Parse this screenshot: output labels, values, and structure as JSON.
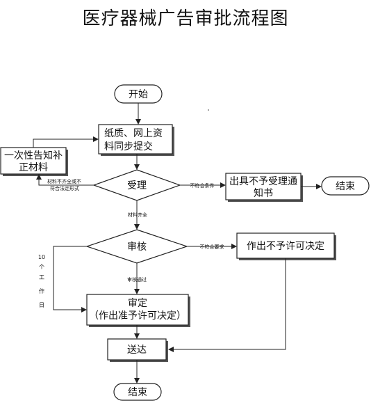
{
  "title": "医疗器械广告审批流程图",
  "nodes": {
    "start": "开始",
    "submit_line1": "纸质、网上资",
    "submit_line2": "料同步提交",
    "notify_line1": "一次性告知补",
    "notify_line2": "正材料",
    "accept": "受理",
    "reject_notice_line1": "出具不予受理通",
    "reject_notice_line2": "知书",
    "end_right": "结束",
    "review": "审核",
    "deny_decision": "作出不予许可决定",
    "approve_line1": "审定",
    "approve_line2": "（作出准予许可决定）",
    "deliver": "送达",
    "end_bottom": "结束"
  },
  "edge_labels": {
    "incomplete_line1": "材料不齐全或不",
    "incomplete_line2": "符合法定形式",
    "not_meet_conditions": "不符合条件",
    "complete": "材料齐全",
    "not_meet_requirements": "不符合要求",
    "review_passed": "审核通过",
    "time_limit": [
      "10",
      "个",
      "工",
      "作",
      "日"
    ]
  },
  "colors": {
    "line": "#222222",
    "shadow": "#555555",
    "fill": "#ffffff"
  }
}
